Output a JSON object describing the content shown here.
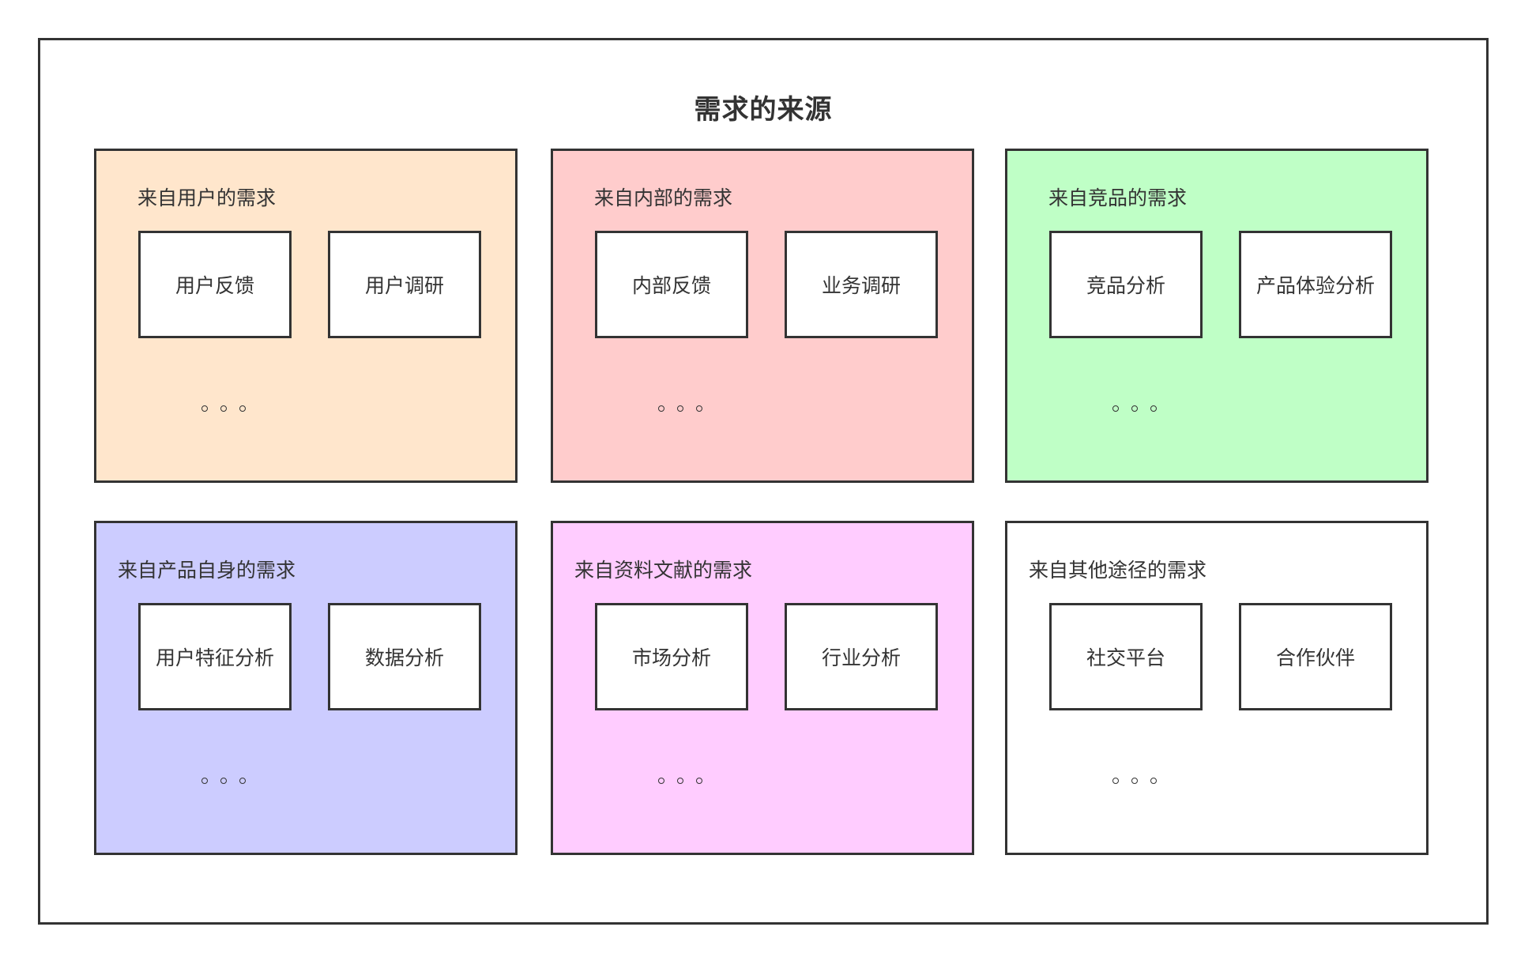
{
  "title": "需求的来源",
  "groups": [
    {
      "label": "来自用户的需求",
      "color": "#FFE6CC",
      "items": [
        "用户反馈",
        "用户调研"
      ]
    },
    {
      "label": "来自内部的需求",
      "color": "#FFCCCC",
      "items": [
        "内部反馈",
        "业务调研"
      ]
    },
    {
      "label": "来自竞品的需求",
      "color": "#BFFFC6",
      "items": [
        "竞品分析",
        "产品体验分析"
      ]
    },
    {
      "label": "来自产品自身的需求",
      "color": "#CCCCFF",
      "items": [
        "用户特征分析",
        "数据分析"
      ]
    },
    {
      "label": "来自资料文献的需求",
      "color": "#FFCCFF",
      "items": [
        "市场分析",
        "行业分析"
      ]
    },
    {
      "label": "来自其他途径的需求",
      "color": "#FFFFFF",
      "items": [
        "社交平台",
        "合作伙伴"
      ]
    }
  ]
}
